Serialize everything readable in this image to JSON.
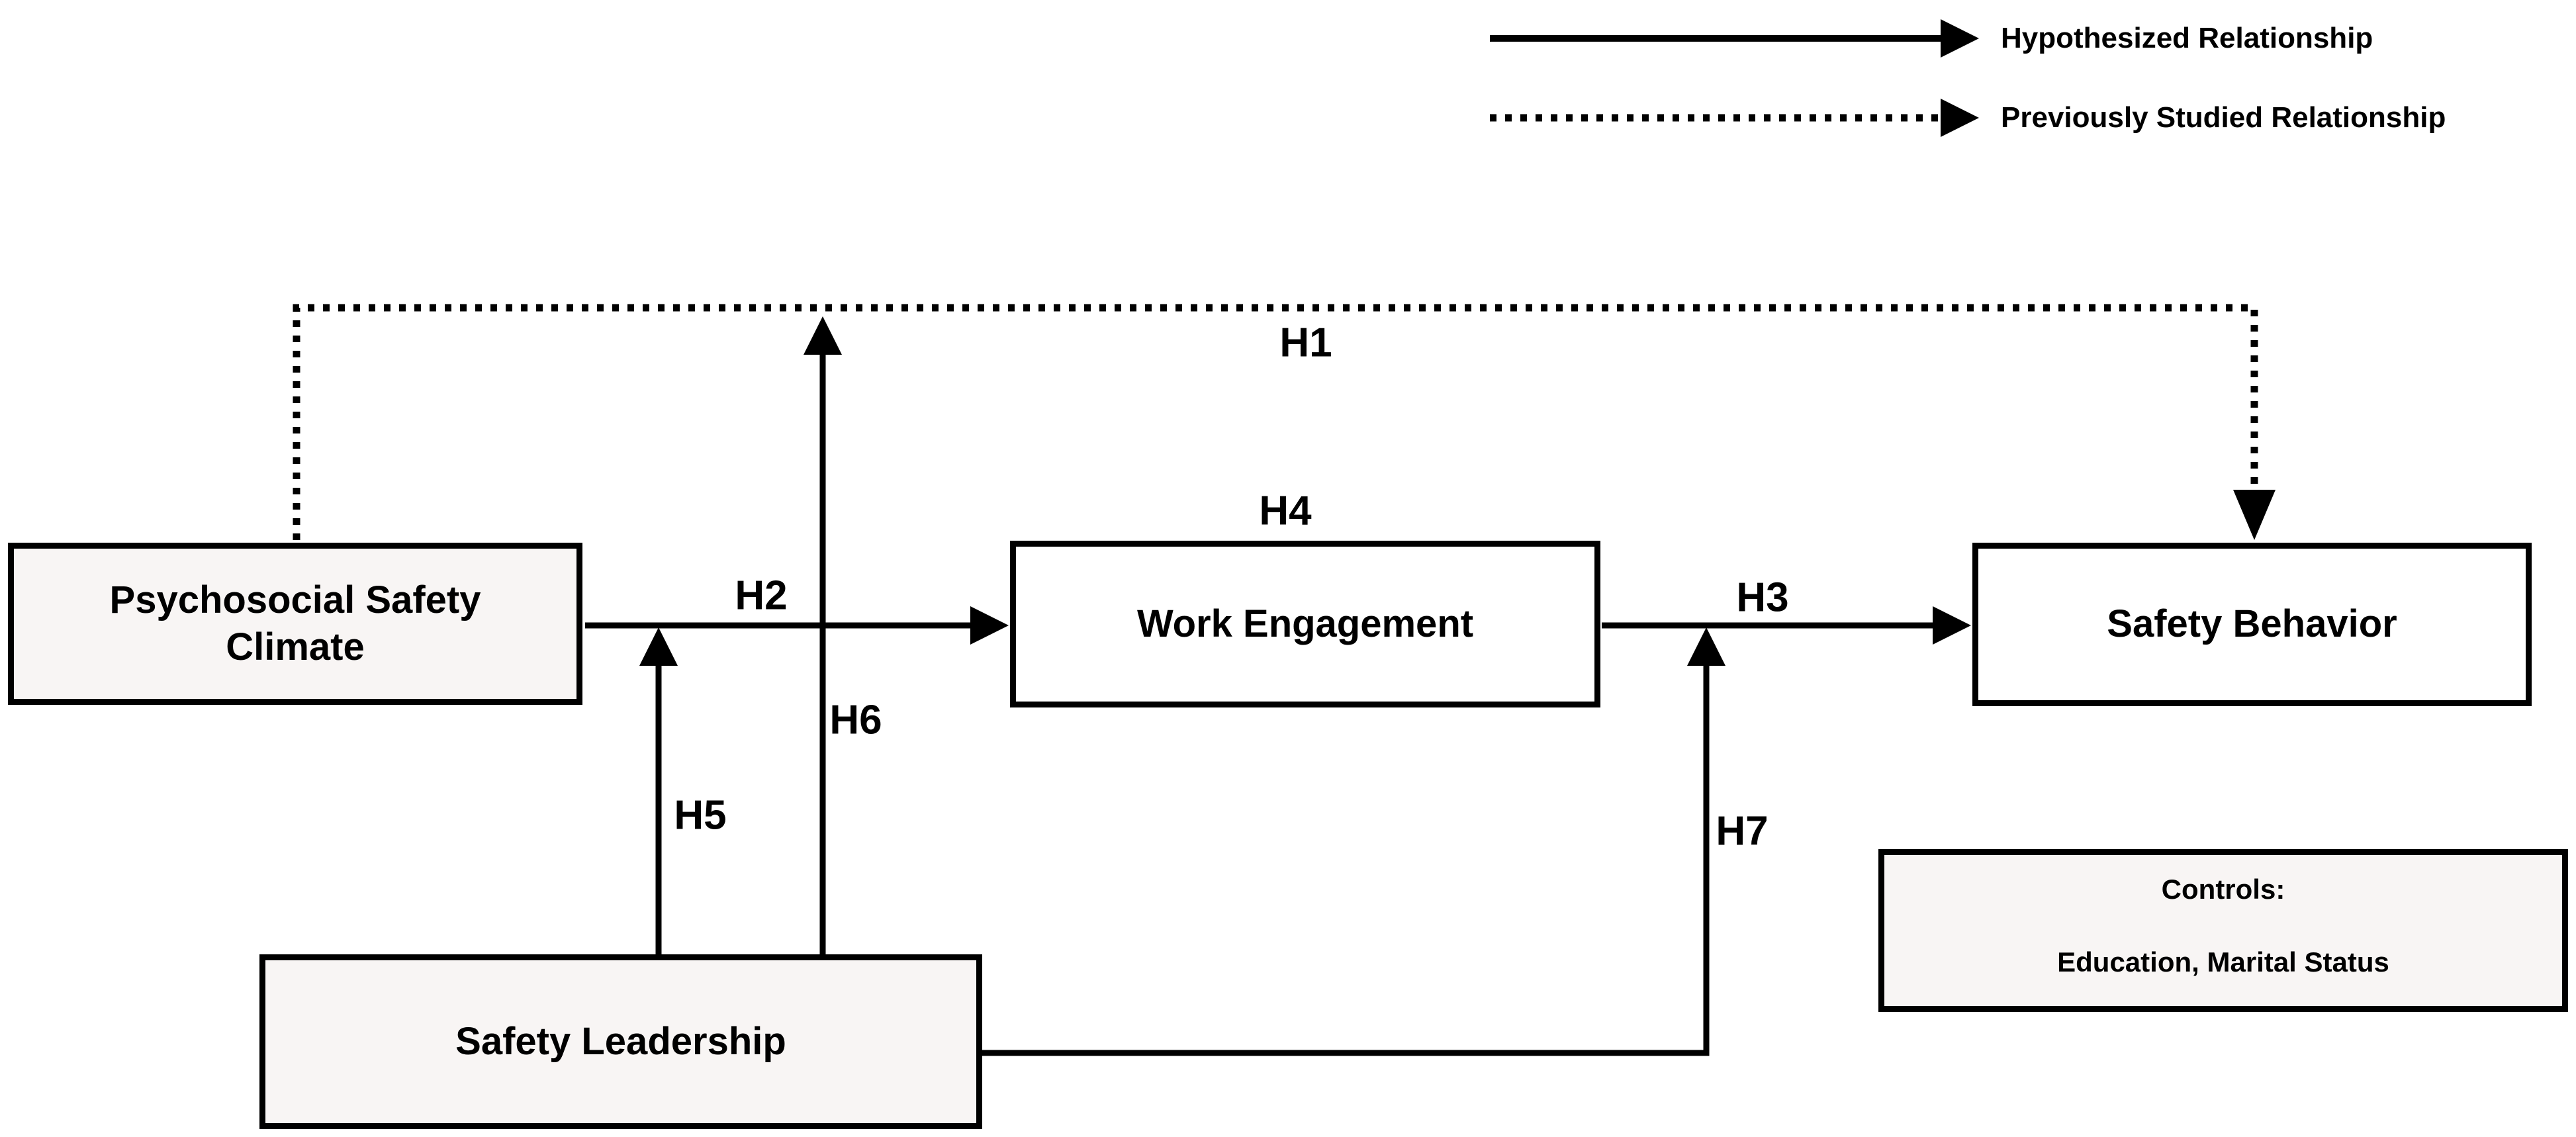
{
  "figure": {
    "type": "hypothesized research model diagram",
    "background": "#ffffff"
  },
  "legend": {
    "items": [
      {
        "label": "Hypothesized Relationship",
        "line_style": "solid"
      },
      {
        "label": "Previously Studied Relationship",
        "line_style": "dotted"
      }
    ]
  },
  "nodes": {
    "psc": {
      "label": "Psychosocial Safety Climate",
      "lines": [
        "Psychosocial Safety",
        "Climate"
      ]
    },
    "we": {
      "label": "Work Engagement"
    },
    "sb": {
      "label": "Safety Behavior"
    },
    "sl": {
      "label": "Safety Leadership"
    }
  },
  "controls_box": {
    "title": "Controls:",
    "items_text": "Education, Marital Status"
  },
  "hypotheses": [
    {
      "label": "H1",
      "from": "Psychosocial Safety Climate",
      "to": "Safety Behavior",
      "style": "dotted"
    },
    {
      "label": "H2",
      "from": "Psychosocial Safety Climate",
      "to": "Work Engagement",
      "style": "solid"
    },
    {
      "label": "H3",
      "from": "Work Engagement",
      "to": "Safety Behavior",
      "style": "solid"
    },
    {
      "label": "H4",
      "position": "above Work Engagement box",
      "style": "none"
    },
    {
      "label": "H5",
      "from": "Safety Leadership",
      "to": "H2 arrow (PSC -> Work Engagement path)",
      "style": "solid"
    },
    {
      "label": "H6",
      "from": "Safety Leadership",
      "to": "H1 dotted line (PSC -> Safety Behavior path)",
      "style": "solid"
    },
    {
      "label": "H7",
      "from": "Safety Leadership",
      "to": "H3 arrow (Work Engagement -> Safety Behavior path)",
      "style": "solid"
    }
  ],
  "colors": {
    "line": "#000000",
    "box_border": "#000000",
    "box_fill_tinted": "#f8f5f4",
    "box_fill_white": "#ffffff",
    "text": "#000000",
    "background": "#ffffff"
  }
}
